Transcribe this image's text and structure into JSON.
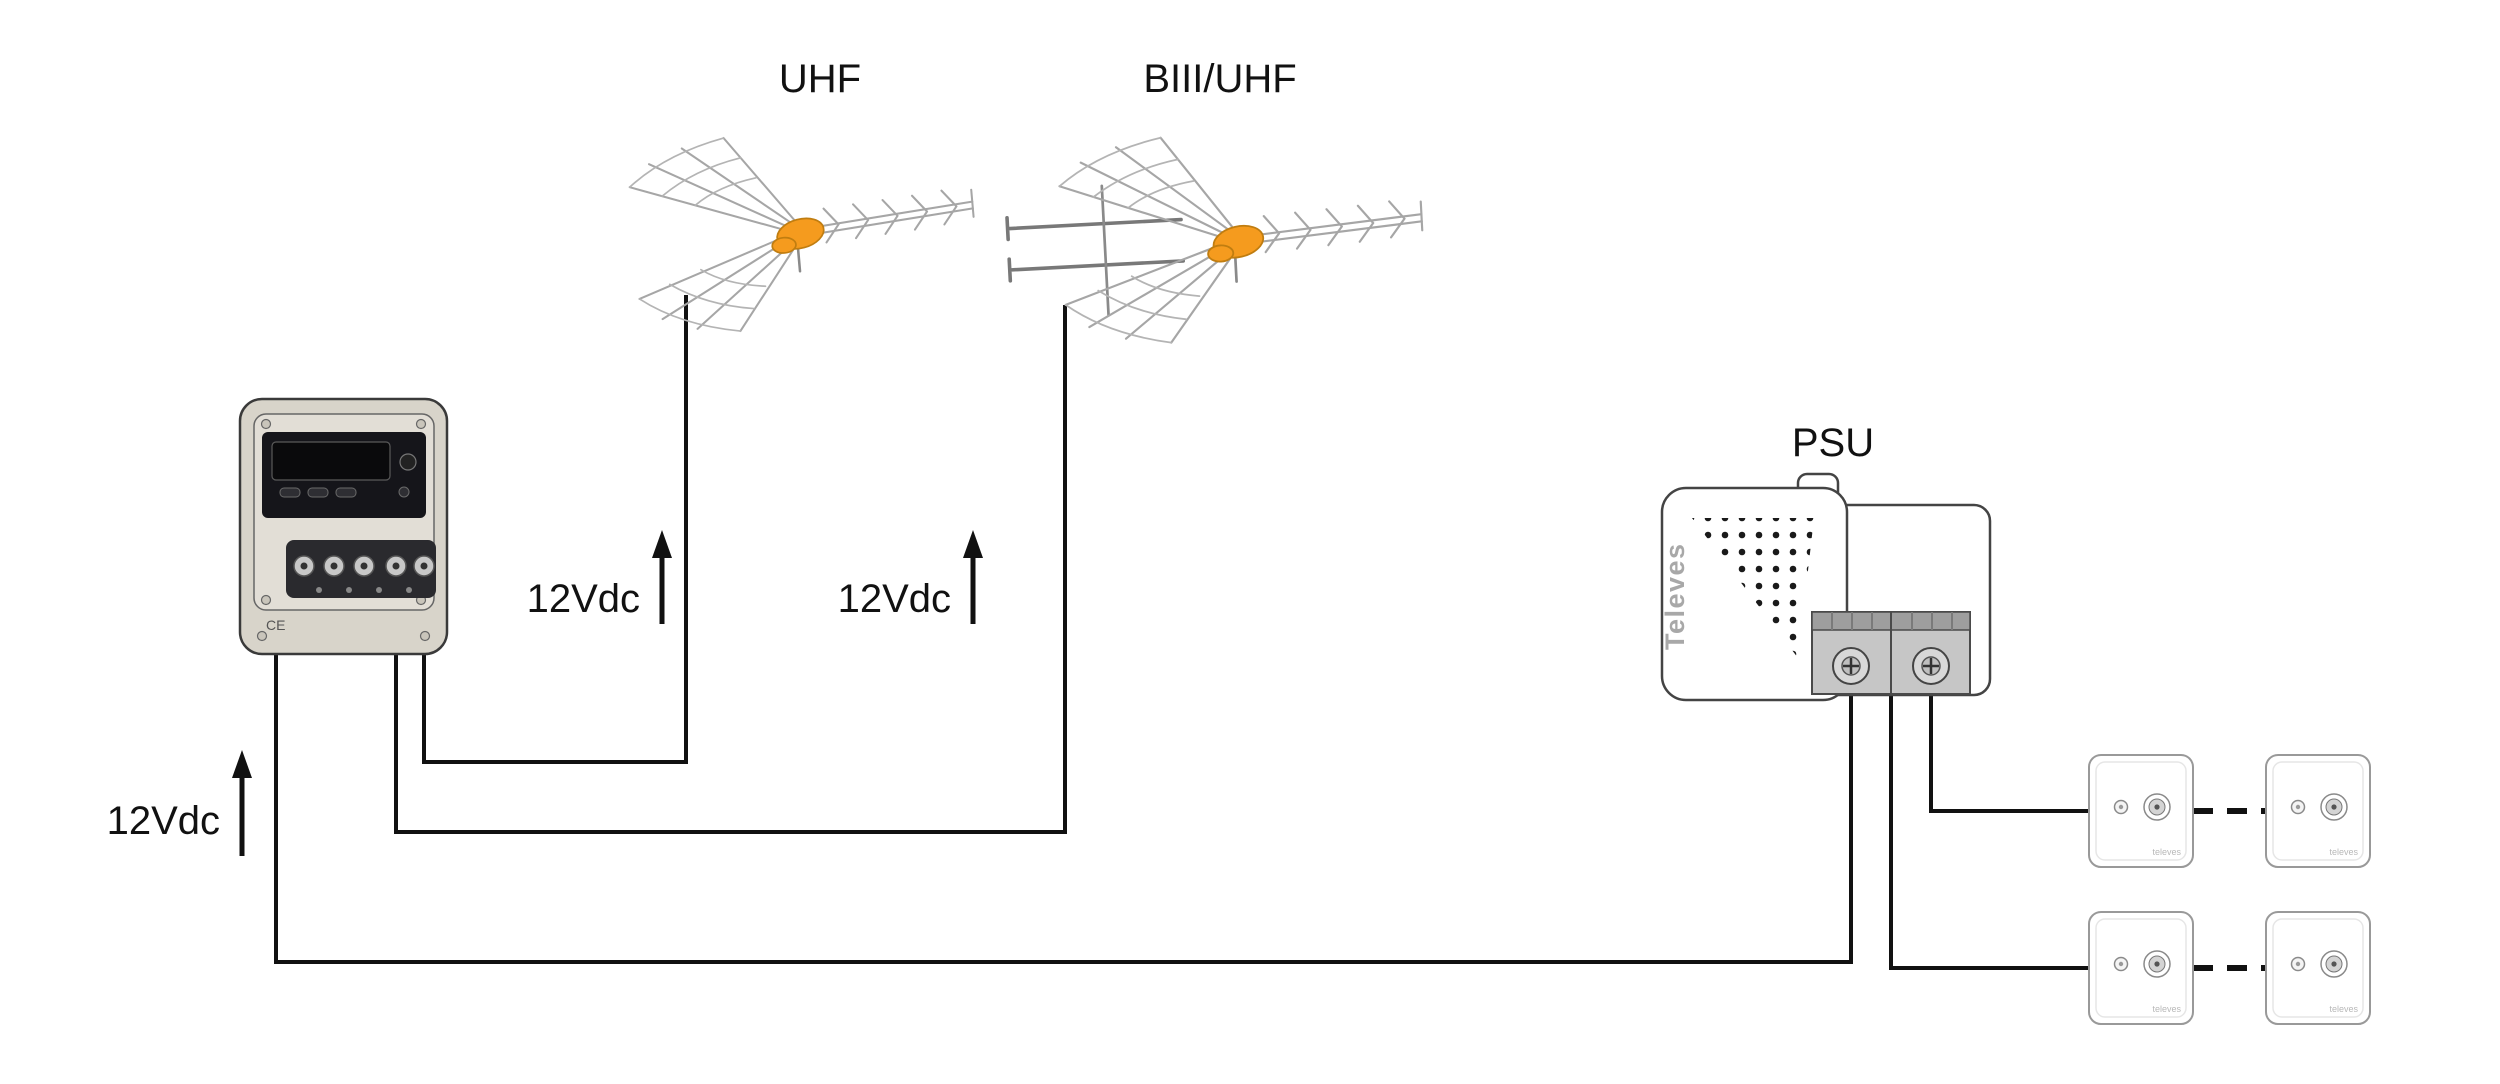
{
  "labels": {
    "uhf_antenna": "UHF",
    "biii_uhf_antenna": "BIII/UHF",
    "psu": "PSU",
    "supply_uhf": "12Vdc",
    "supply_biii": "12Vdc",
    "supply_amp": "12Vdc"
  },
  "amplifier": {
    "ce_mark": "CE"
  },
  "psu": {
    "brand": "Televes"
  },
  "outlets": {
    "brand": "televes"
  },
  "colors": {
    "antenna_accent": "#F59B1E",
    "wire": "#111111"
  }
}
